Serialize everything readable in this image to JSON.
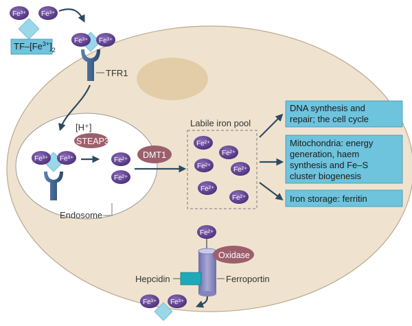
{
  "transferrin_complex": {
    "ion_text": "Fe³⁺",
    "label_main": "TF–[Fe",
    "label_sup": "3+",
    "label_close": "]",
    "label_sub": "2"
  },
  "receptor": {
    "label": "TFR1"
  },
  "endosome": {
    "proton_label": "[H⁺]",
    "steap3_label": "STEAP3",
    "fe3_text": "Fe³⁺",
    "fe2_text": "Fe²⁺",
    "dmt1_label": "DMT1",
    "label": "Endosome"
  },
  "labile_pool": {
    "title": "Labile iron pool",
    "ion_text": "Fe²⁺"
  },
  "outputs": [
    {
      "lines": [
        "DNA synthesis and",
        "repair; the cell cycle"
      ]
    },
    {
      "lines": [
        "Mitochondria: energy",
        "generation, haem",
        "synthesis and Fe–S",
        "cluster biogenesis"
      ]
    },
    {
      "lines": [
        "Iron storage: ferritin"
      ]
    }
  ],
  "export": {
    "fe2_text": "Fe²⁺",
    "oxidase_label": "Oxidase",
    "hepcidin_label": "Hepcidin",
    "ferroportin_label": "Ferroportin",
    "fe3_text": "Fe³⁺"
  },
  "colors": {
    "cell_fill": "#efe3cf",
    "nucleus_fill": "#e2cda8",
    "ion_fill": "#5b3d8c",
    "box_fill": "#6ec3dd",
    "oval_fill": "#9c5f6b",
    "receptor_fill": "#3a5f8c",
    "arrow": "#2e4a5e",
    "diamond_fill": "#9ad7e8"
  },
  "icons": [
    "iron-ion",
    "transferrin-diamond",
    "receptor-y",
    "arrow"
  ]
}
